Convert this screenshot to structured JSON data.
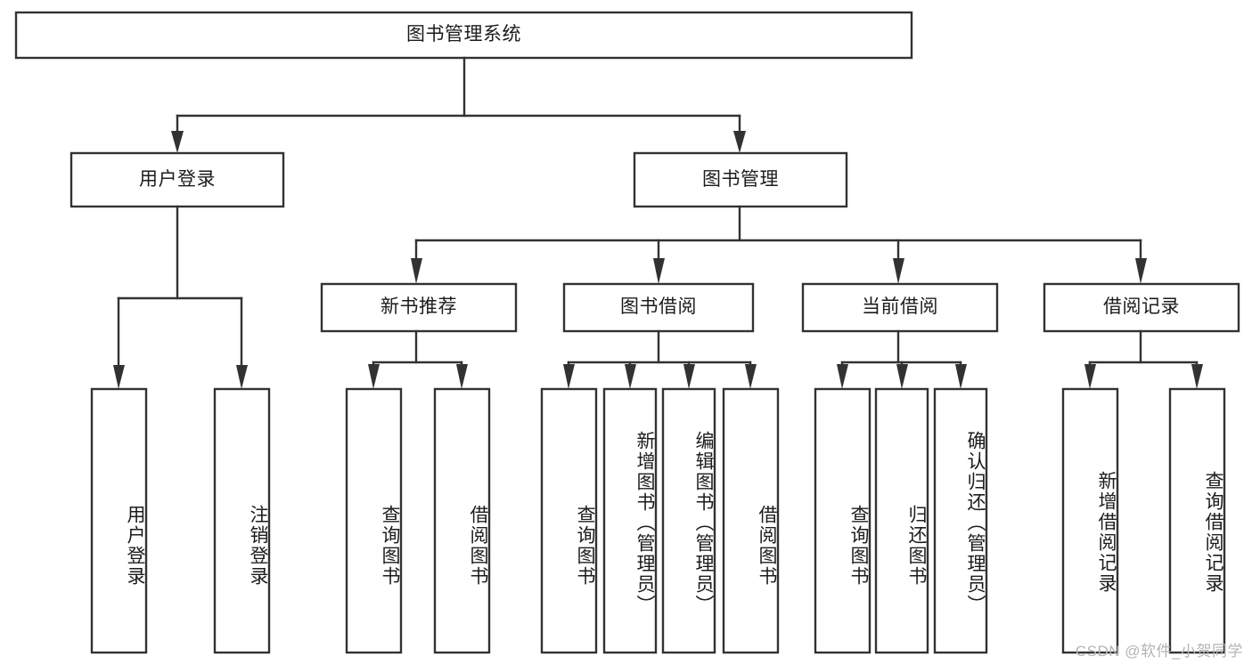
{
  "diagram": {
    "type": "tree",
    "title": "图书管理系统",
    "watermark": "CSDN @软件_小贺同学",
    "colors": {
      "box_stroke": "#323232",
      "box_fill": "#ffffff",
      "text": "#1c1c1c",
      "watermark": "#b4b4b4",
      "background": "#ffffff"
    },
    "nodes": {
      "root": {
        "label": "图书管理系统"
      },
      "level1": [
        {
          "label": "用户登录"
        },
        {
          "label": "图书管理"
        }
      ],
      "level2": [
        {
          "label": "新书推荐"
        },
        {
          "label": "图书借阅"
        },
        {
          "label": "当前借阅"
        },
        {
          "label": "借阅记录"
        }
      ],
      "leaves": [
        {
          "label": "用户登录"
        },
        {
          "label": "注销登录"
        },
        {
          "label": "查询图书"
        },
        {
          "label": "借阅图书"
        },
        {
          "label": "查询图书"
        },
        {
          "label": "新增图书（管理员）"
        },
        {
          "label": "编辑图书（管理员）"
        },
        {
          "label": "借阅图书"
        },
        {
          "label": "查询图书"
        },
        {
          "label": "归还图书"
        },
        {
          "label": "确认归还（管理员）"
        },
        {
          "label": "新增借阅记录"
        },
        {
          "label": "查询借阅记录"
        }
      ]
    }
  }
}
